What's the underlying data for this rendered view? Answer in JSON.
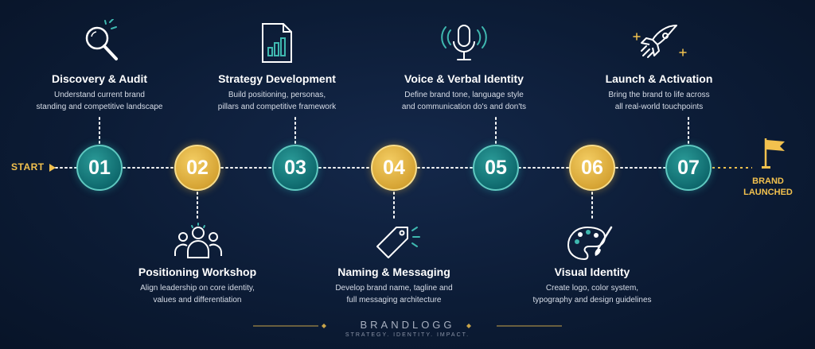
{
  "start_label": "START",
  "end_label_line1": "BRAND",
  "end_label_line2": "LAUNCHED",
  "steps": [
    {
      "num": "01",
      "title": "Discovery & Audit",
      "desc1": "Understand current brand",
      "desc2": "standing and competitive landscape",
      "color": "teal",
      "icon": "magnifier-icon"
    },
    {
      "num": "02",
      "title": "Positioning Workshop",
      "desc1": "Align leadership on core identity,",
      "desc2": "values and differentiation",
      "color": "gold",
      "icon": "team-icon"
    },
    {
      "num": "03",
      "title": "Strategy Development",
      "desc1": "Build positioning, personas,",
      "desc2": "pillars and competitive framework",
      "color": "teal",
      "icon": "document-chart-icon"
    },
    {
      "num": "04",
      "title": "Naming & Messaging",
      "desc1": "Develop brand name, tagline and",
      "desc2": "full messaging architecture",
      "color": "gold",
      "icon": "tag-icon"
    },
    {
      "num": "05",
      "title": "Voice & Verbal Identity",
      "desc1": "Define brand tone, language style",
      "desc2": "and communication do's and don'ts",
      "color": "teal",
      "icon": "microphone-icon"
    },
    {
      "num": "06",
      "title": "Visual Identity",
      "desc1": "Create logo, color system,",
      "desc2": "typography and design guidelines",
      "color": "gold",
      "icon": "palette-icon"
    },
    {
      "num": "07",
      "title": "Launch & Activation",
      "desc1": "Bring the brand to life across",
      "desc2": "all real-world touchpoints",
      "color": "teal",
      "icon": "rocket-icon"
    }
  ],
  "footer": {
    "brand": "BRANDLOGG",
    "tagline": "STRATEGY. IDENTITY. IMPACT."
  },
  "colors": {
    "teal": "#12797a",
    "gold": "#e2b23f",
    "accent": "#f2c14e",
    "background": "#0c1c36"
  }
}
